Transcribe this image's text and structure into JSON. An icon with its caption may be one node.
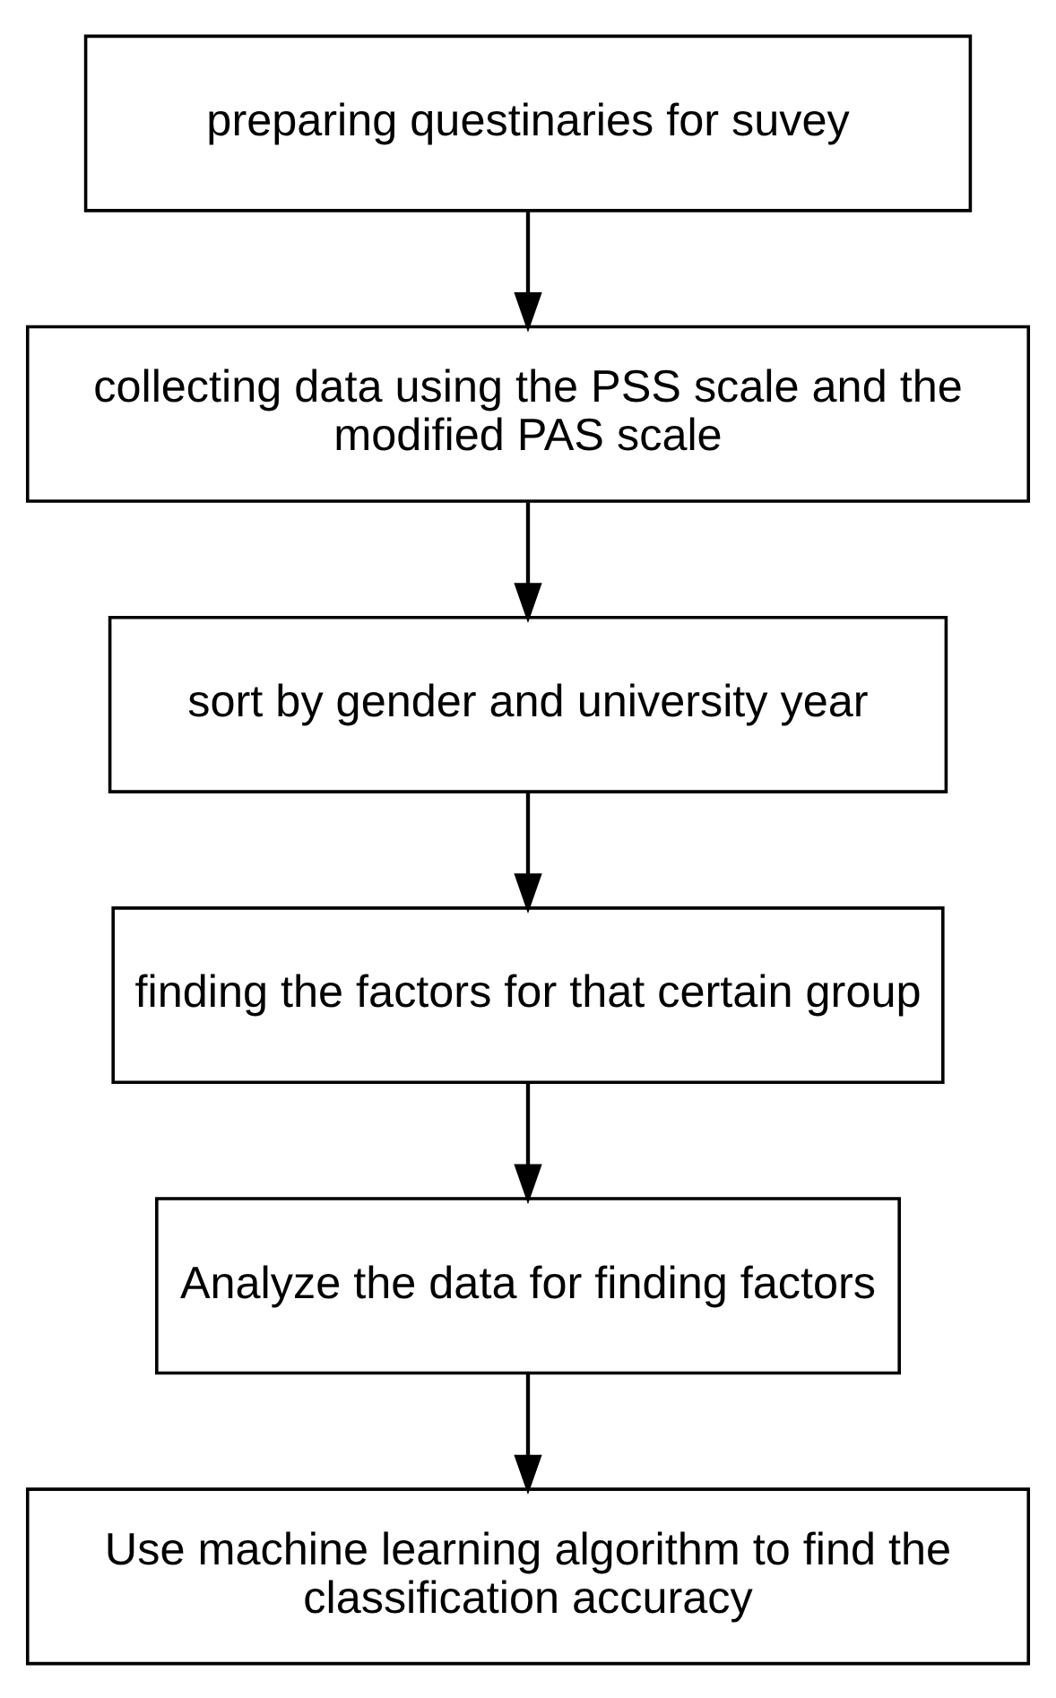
{
  "diagram": {
    "nodes": [
      {
        "text": [
          "preparing questinaries for suvey"
        ]
      },
      {
        "text": [
          "collecting data using the PSS scale and the modified PAS scale"
        ]
      },
      {
        "text": [
          "sort by gender and university year"
        ]
      },
      {
        "text": [
          "finding the factors for that certain group"
        ]
      },
      {
        "text": [
          "Analyze the data for finding factors"
        ]
      },
      {
        "text": [
          "Use machine learning algorithm to find the classification accuracy"
        ]
      }
    ],
    "edges": [
      {
        "from": 0,
        "to": 1,
        "arrow": "to"
      },
      {
        "from": 1,
        "to": 2,
        "arrow": "to"
      },
      {
        "from": 2,
        "to": 3,
        "arrow": "to"
      },
      {
        "from": 3,
        "to": 4,
        "arrow": "to"
      },
      {
        "from": 4,
        "to": 5,
        "arrow": "to"
      }
    ]
  }
}
